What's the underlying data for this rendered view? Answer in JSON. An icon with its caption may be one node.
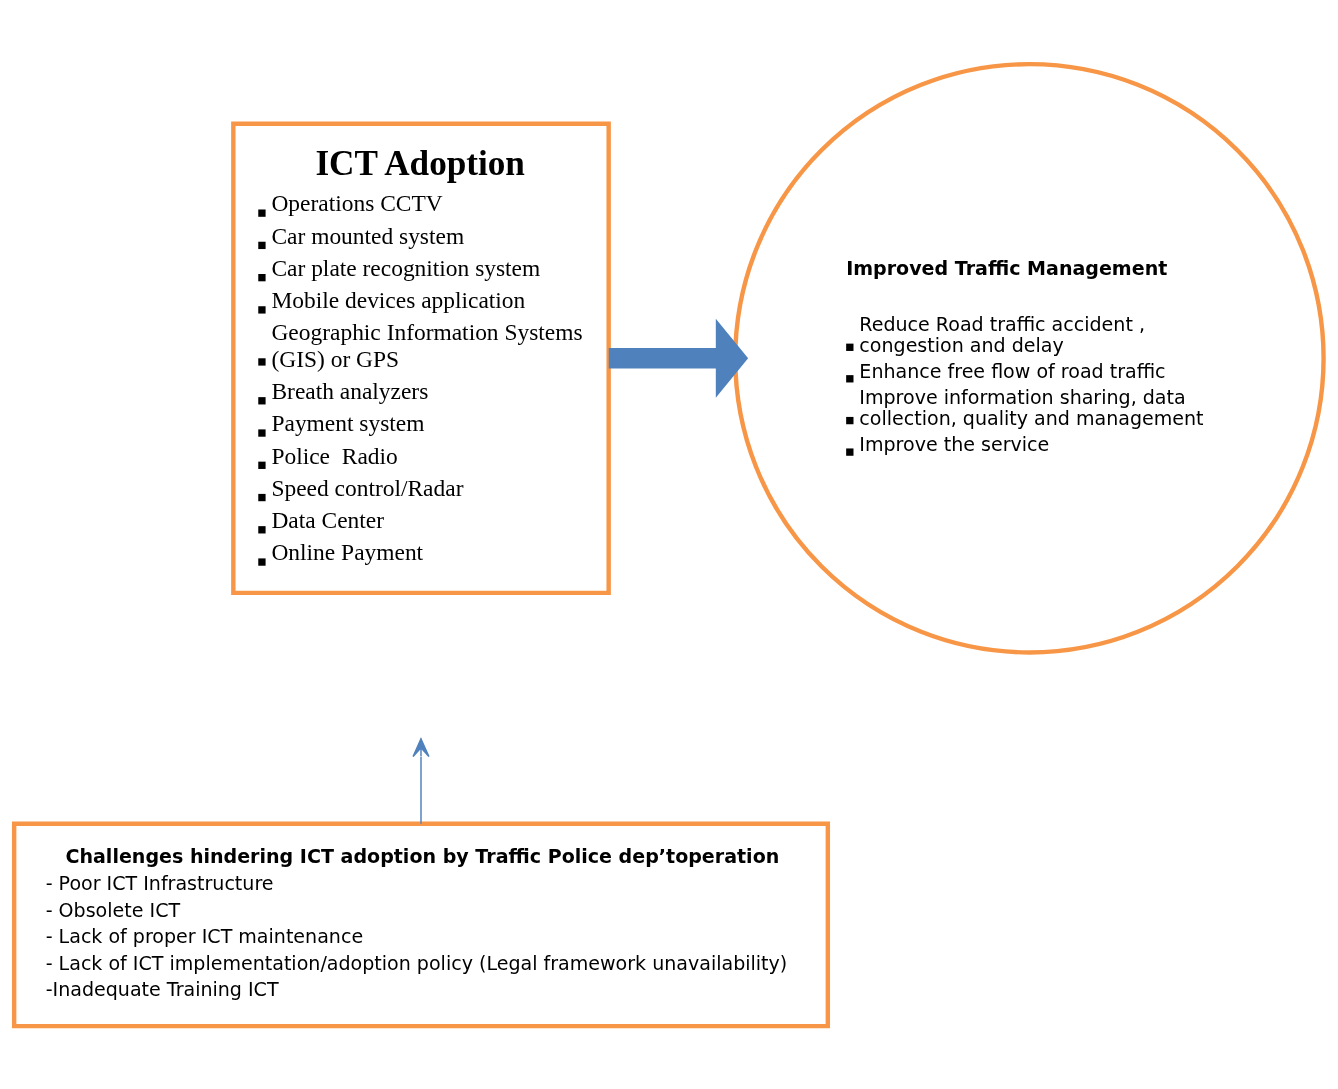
{
  "diagram": {
    "nodes": [
      {
        "text": [
          "ICT Adoption",
          "Operations CCTV",
          "Car mounted system",
          "Car plate recognition system",
          "Mobile devices application",
          "Geographic Information Systems (GIS) or GPS",
          "Breath analyzers",
          "Payment system",
          "Police  Radio",
          "Speed control/Radar",
          "Data Center",
          "Online Payment"
        ]
      },
      {
        "text": [
          "Improved Traffic Management",
          "Reduce Road traffic accident , congestion and delay",
          "Enhance free flow of road traffic",
          "Improve information sharing, data collection, quality and management",
          "Improve the service"
        ]
      },
      {
        "text": [
          "Challenges hindering ICT adoption by Traffic Police dep’toperation",
          "- Poor ICT Infrastructure",
          "- Obsolete ICT",
          "- Lack of proper ICT maintenance",
          "- Lack of ICT implementation/adoption policy (Legal framework unavailability)",
          "-Inadequate Training ICT"
        ]
      }
    ],
    "edges": [
      {
        "from": 0,
        "to": 1,
        "arrow": "to",
        "style": "thick"
      },
      {
        "from": 2,
        "to": null,
        "arrow": "to"
      }
    ]
  }
}
